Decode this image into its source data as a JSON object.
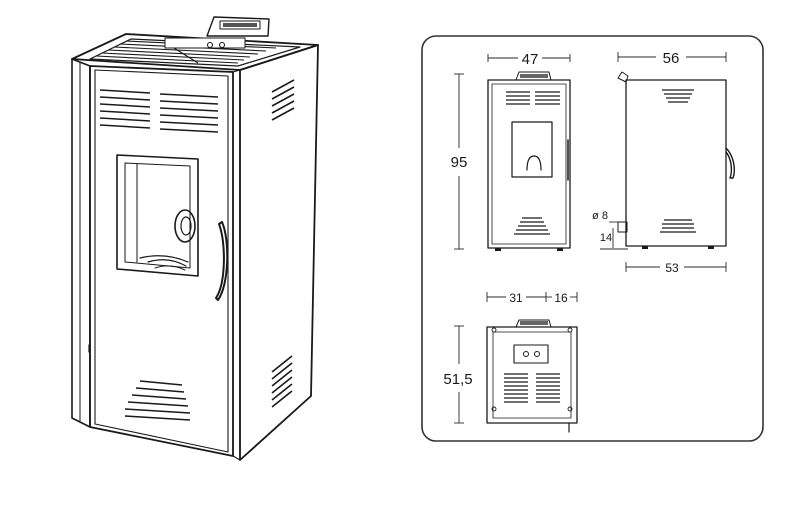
{
  "dimensions": {
    "front_width": "47",
    "side_depth": "56",
    "height": "95",
    "outlet_diameter": "ø 8",
    "outlet_height": "14",
    "outlet_offset": "53",
    "rear_left": "31",
    "rear_right": "16",
    "rear_height": "51,5"
  },
  "colors": {
    "line": "#1a1a1a",
    "panel_border": "#333333",
    "background": "#ffffff"
  }
}
